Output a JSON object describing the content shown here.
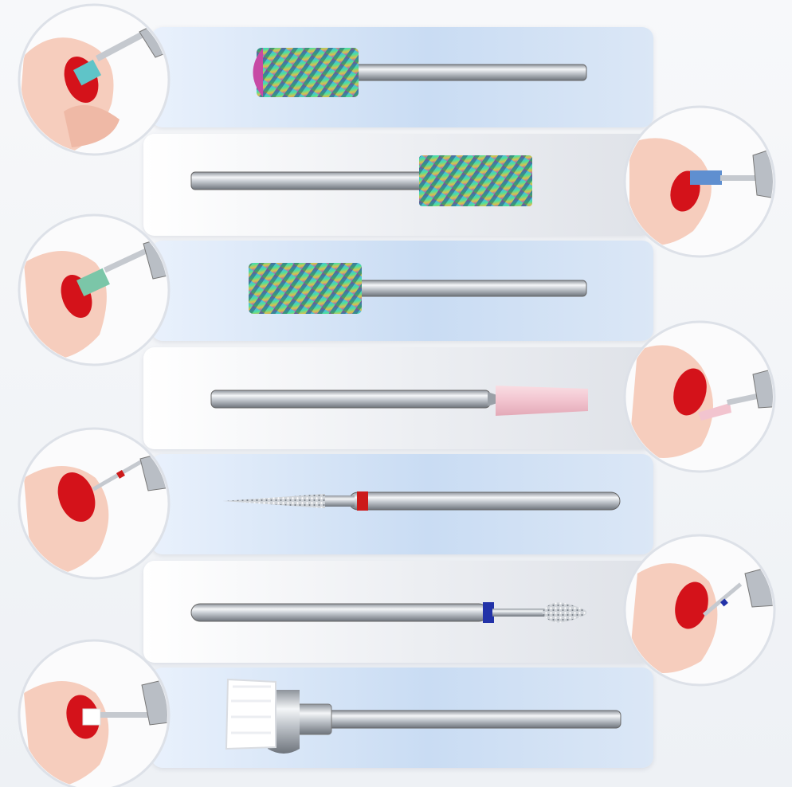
{
  "product": {
    "bits": [
      {
        "type": "cylinder-round-top-carbide-bit",
        "finish": "rainbow"
      },
      {
        "type": "large-barrel-carbide-bit",
        "finish": "rainbow"
      },
      {
        "type": "small-barrel-carbide-bit",
        "finish": "rainbow"
      },
      {
        "type": "pink-stone-cone-bit",
        "finish": "pink"
      },
      {
        "type": "flame-diamond-bit",
        "band_color": "#cc1a1a"
      },
      {
        "type": "bullet-diamond-bit",
        "band_color": "#2232a8"
      },
      {
        "type": "nylon-cleaning-brush-bit",
        "finish": "white"
      }
    ],
    "colors": {
      "row_blue": "#c9dcf3",
      "row_gray": "#e6e8ec",
      "nail_red": "#d4121a",
      "skin": "#f7cfc0",
      "steel": "#c5c9cf"
    }
  }
}
